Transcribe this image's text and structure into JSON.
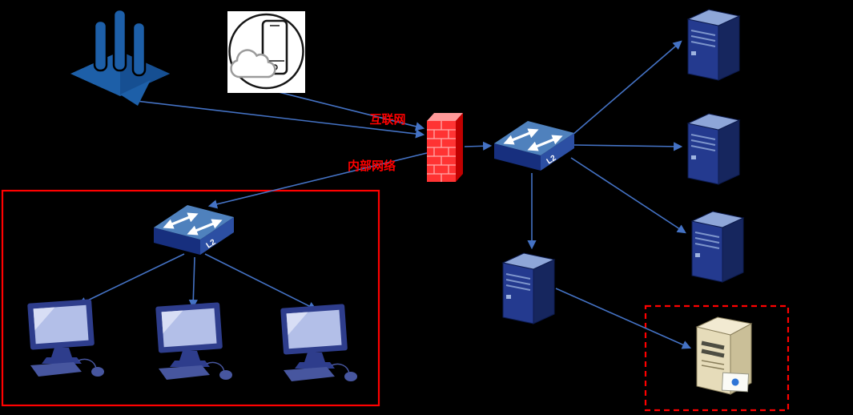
{
  "page": {
    "background": "#000000"
  },
  "labels": {
    "internet": "互联网",
    "internal_network": "内部网络",
    "l2": "L2"
  },
  "colors": {
    "background": "#000000",
    "link": "#4472c4",
    "label-red": "#ff0000",
    "zone-border": "#ff0000",
    "firewall-front": "#ff3333",
    "firewall-top": "#ff9999",
    "firewall-side": "#c00000",
    "brick-line": "#ffaaaa",
    "switch-top": "#4f81bd",
    "switch-front": "#172f7e",
    "switch-side": "#2c4fa3",
    "server-front": "#243a8f",
    "server-side": "#16265e",
    "server-top": "#8ea6d8",
    "server-vent": "#7e96cc",
    "building-blue": "#1d5fa8",
    "monitor-bezel": "#2e3d8c",
    "monitor-screen": "#b3bfe8",
    "keyboard-blue": "#47569f",
    "beige-front": "#e6dcba",
    "beige-side": "#cabf98",
    "beige-top": "#f2ead2",
    "card-dot": "#2e75d6"
  },
  "diagram": {
    "nodes": [
      {
        "id": "enterprise-building",
        "icon": "building-icon"
      },
      {
        "id": "mobile-cloud",
        "icon": "phone-cloud-icon"
      },
      {
        "id": "firewall",
        "icon": "firewall-icon"
      },
      {
        "id": "core-l2-switch",
        "icon": "l2-switch-icon",
        "label": "L2"
      },
      {
        "id": "access-l2-switch",
        "icon": "l2-switch-icon",
        "label": "L2"
      },
      {
        "id": "server-1",
        "icon": "server-icon"
      },
      {
        "id": "server-2",
        "icon": "server-icon"
      },
      {
        "id": "server-3",
        "icon": "server-icon"
      },
      {
        "id": "server-4",
        "icon": "server-icon"
      },
      {
        "id": "storage-server",
        "icon": "beige-server-icon"
      },
      {
        "id": "pc-1",
        "icon": "desktop-icon"
      },
      {
        "id": "pc-2",
        "icon": "desktop-icon"
      },
      {
        "id": "pc-3",
        "icon": "desktop-icon"
      }
    ],
    "links": [
      {
        "from": "enterprise-building",
        "to": "firewall",
        "label": "互联网"
      },
      {
        "from": "mobile-cloud",
        "to": "firewall",
        "label": "互联网"
      },
      {
        "from": "firewall",
        "to": "core-l2-switch"
      },
      {
        "from": "core-l2-switch",
        "to": "server-1"
      },
      {
        "from": "core-l2-switch",
        "to": "server-2"
      },
      {
        "from": "core-l2-switch",
        "to": "server-3"
      },
      {
        "from": "core-l2-switch",
        "to": "server-4"
      },
      {
        "from": "server-4",
        "to": "storage-server"
      },
      {
        "from": "firewall",
        "to": "access-l2-switch",
        "label": "内部网络"
      },
      {
        "from": "access-l2-switch",
        "to": "pc-1"
      },
      {
        "from": "access-l2-switch",
        "to": "pc-2"
      },
      {
        "from": "access-l2-switch",
        "to": "pc-3"
      }
    ],
    "zones": [
      {
        "id": "internal-network-zone",
        "style": "solid-red-border"
      },
      {
        "id": "storage-server-zone",
        "style": "dashed-red-border"
      }
    ]
  }
}
